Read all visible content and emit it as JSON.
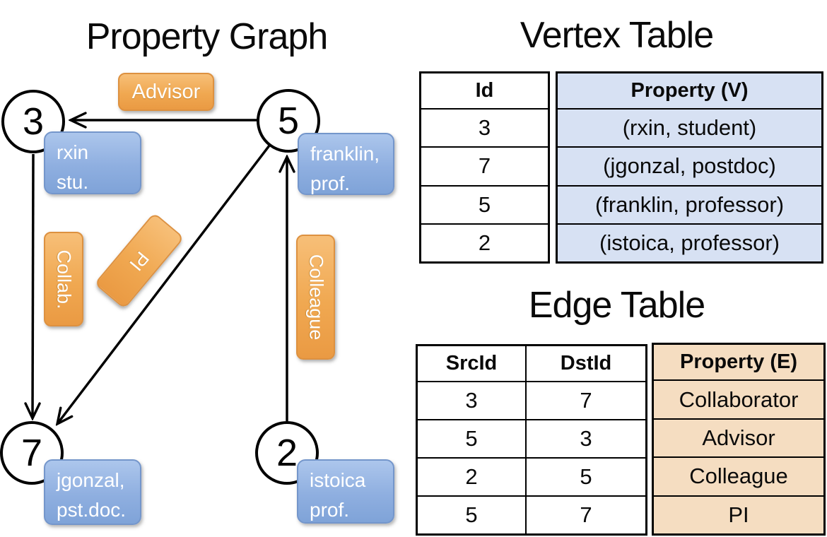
{
  "graph": {
    "title": "Property Graph",
    "vertices": [
      {
        "id": "3",
        "line1": "rxin",
        "line2": "stu."
      },
      {
        "id": "5",
        "line1": "franklin,",
        "line2": "prof."
      },
      {
        "id": "7",
        "line1": "jgonzal,",
        "line2": "pst.doc."
      },
      {
        "id": "2",
        "line1": "istoica",
        "line2": "prof."
      }
    ],
    "edge_labels": {
      "advisor": "Advisor",
      "collab": "Collab.",
      "pi": "PI",
      "colleague": "Colleague"
    }
  },
  "vertex_table": {
    "title": "Vertex Table",
    "columns": {
      "id": "Id",
      "property": "Property (V)"
    },
    "rows": [
      {
        "id": "3",
        "property": "(rxin, student)"
      },
      {
        "id": "7",
        "property": "(jgonzal, postdoc)"
      },
      {
        "id": "5",
        "property": "(franklin, professor)"
      },
      {
        "id": "2",
        "property": "(istoica, professor)"
      }
    ]
  },
  "edge_table": {
    "title": "Edge Table",
    "columns": {
      "src": "SrcId",
      "dst": "DstId",
      "property": "Property (E)"
    },
    "rows": [
      {
        "src": "3",
        "dst": "7",
        "property": "Collaborator"
      },
      {
        "src": "5",
        "dst": "3",
        "property": "Advisor"
      },
      {
        "src": "2",
        "dst": "5",
        "property": "Colleague"
      },
      {
        "src": "5",
        "dst": "7",
        "property": "PI"
      }
    ]
  },
  "colors": {
    "edge_label_orange_top": "#F7BF78",
    "edge_label_orange_bottom": "#EA9A43",
    "vertex_label_blue_top": "#ACC6EC",
    "vertex_label_blue_bottom": "#7FA3D8",
    "vertex_property_cell_bg": "#D7E1F3",
    "edge_property_cell_bg": "#F5DDC1",
    "line_color": "#000000"
  }
}
